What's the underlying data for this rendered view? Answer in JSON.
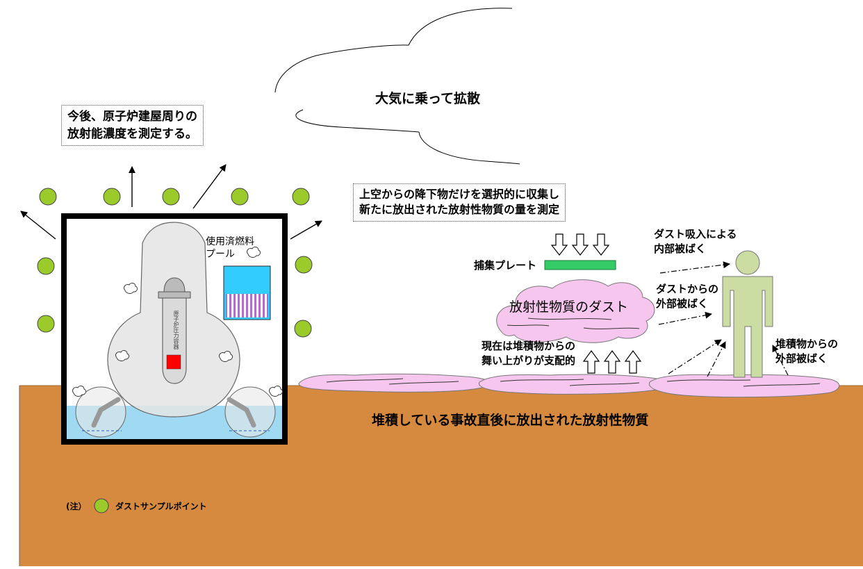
{
  "texts": {
    "atmosphere": "大気に乗って拡散",
    "measure_note_1": "今後、原子炉建屋周りの",
    "measure_note_2": "放射能濃度を測定する。",
    "plate_note_1": "上空からの降下物だけを選択的に収集し",
    "plate_note_2": "新たに放出された放射性物質の量を測定",
    "spent_fuel_pool_1": "使用済燃料",
    "spent_fuel_pool_2": "プール",
    "reactor_vessel": "原子炉圧力容器",
    "collection_plate": "捕集プレート",
    "dust": "放射性物質のダスト",
    "resuspension_1": "現在は堆積物からの",
    "resuspension_2": "舞い上がりが支配的",
    "internal_exposure_1": "ダスト吸入による",
    "internal_exposure_2": "内部被ばく",
    "dust_external_1": "ダストからの",
    "dust_external_2": "外部被ばく",
    "deposit_external_1": "堆積物からの",
    "deposit_external_2": "外部被ばく",
    "deposited_material": "堆積している事故直後に放出された放射性物質",
    "legend_note": "(注）",
    "legend_label": "ダストサンプルポイント"
  },
  "colors": {
    "ground": "#D58A40",
    "sample_point": "#9BCB2A",
    "water": "#8ED3F0",
    "pool": "#33CCFF",
    "dust_cloud": "#F6C6EE",
    "plate": "#33CC66",
    "person": "#CCDDA3",
    "reactor_red": "#FF0000"
  }
}
